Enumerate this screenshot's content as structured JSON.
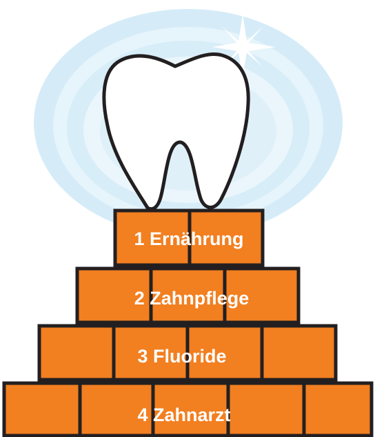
{
  "colors": {
    "brick": "#f27f20",
    "outline": "#231f20",
    "halo_outer": "#d5ecf8",
    "halo_inner": "#e8f5fc",
    "tooth": "#ffffff",
    "label": "#ffffff"
  },
  "icons": {
    "tooth": "tooth-icon",
    "sparkle": "sparkle-icon"
  },
  "pyramid": {
    "rows": [
      {
        "label": "1 Ernährung"
      },
      {
        "label": "2 Zahnpflege"
      },
      {
        "label": "3 Fluoride"
      },
      {
        "label": "4 Zahnarzt"
      }
    ]
  }
}
